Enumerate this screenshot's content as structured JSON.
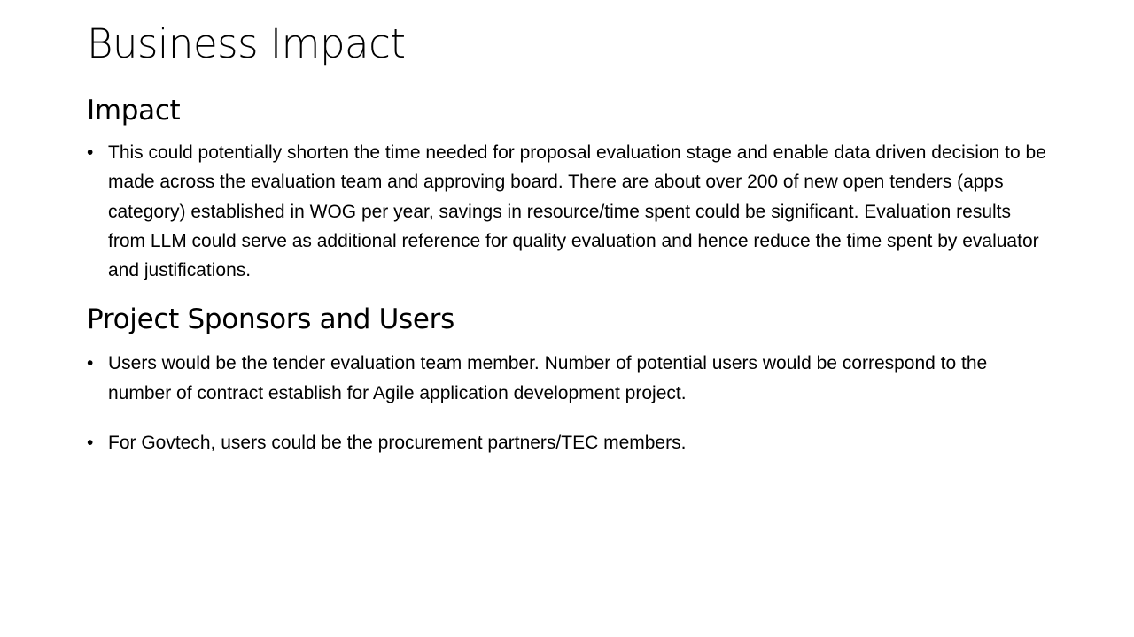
{
  "slide": {
    "title": "Business Impact",
    "sections": [
      {
        "heading": "Impact",
        "bullets": [
          "This could potentially shorten the time needed for proposal evaluation stage and enable data driven decision to be made across the evaluation team and approving board. There are about over 200 of new open tenders (apps category) established in WOG per year, savings in resource/time spent could be significant. Evaluation results from LLM could serve as additional reference for quality evaluation and hence reduce the time spent by evaluator and justifications."
        ]
      },
      {
        "heading": "Project Sponsors and Users",
        "bullets": [
          "Users would be the tender evaluation team member. Number of potential users would be correspond to the number of contract establish for Agile application development project.",
          "For Govtech, users could be the procurement partners/TEC members."
        ]
      }
    ],
    "bullet_glyph": "•"
  }
}
